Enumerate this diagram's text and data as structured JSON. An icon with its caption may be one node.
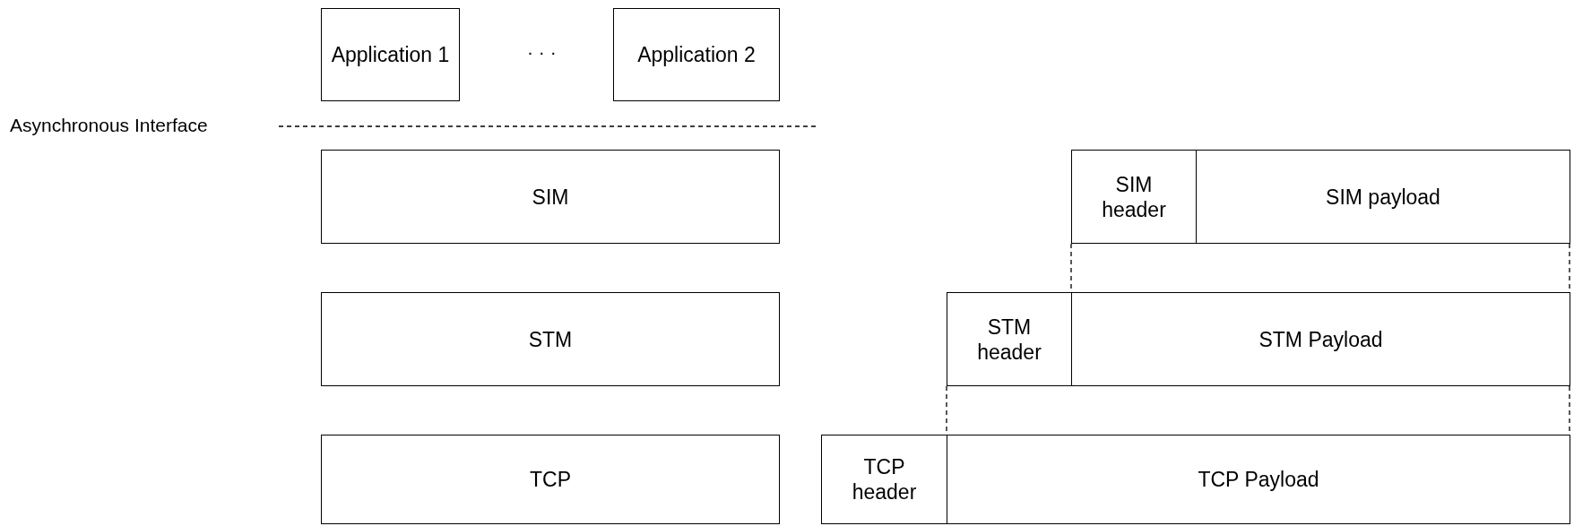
{
  "diagram": {
    "nodes": [
      {
        "text": [
          "Application 1"
        ]
      },
      {
        "text": [
          "Application 2"
        ]
      },
      {
        "text": [
          "SIM"
        ]
      },
      {
        "text": [
          "SIM header"
        ]
      },
      {
        "text": [
          "SIM payload"
        ]
      },
      {
        "text": [
          "STM"
        ]
      },
      {
        "text": [
          "STM header"
        ]
      },
      {
        "text": [
          "STM Payload"
        ]
      },
      {
        "text": [
          "TCP"
        ]
      },
      {
        "text": [
          "TCP header"
        ]
      },
      {
        "text": [
          "TCP Payload"
        ]
      }
    ],
    "edges": [
      {
        "from": 3,
        "to": 7,
        "arrow": "none",
        "style": "dashed"
      },
      {
        "from": 4,
        "to": 7,
        "arrow": "none",
        "style": "dashed"
      },
      {
        "from": 6,
        "to": 10,
        "arrow": "none",
        "style": "dashed"
      },
      {
        "from": 7,
        "to": 10,
        "arrow": "none",
        "style": "dashed"
      }
    ],
    "labels": [
      "· · ·",
      "Asynchronous Interface"
    ]
  }
}
